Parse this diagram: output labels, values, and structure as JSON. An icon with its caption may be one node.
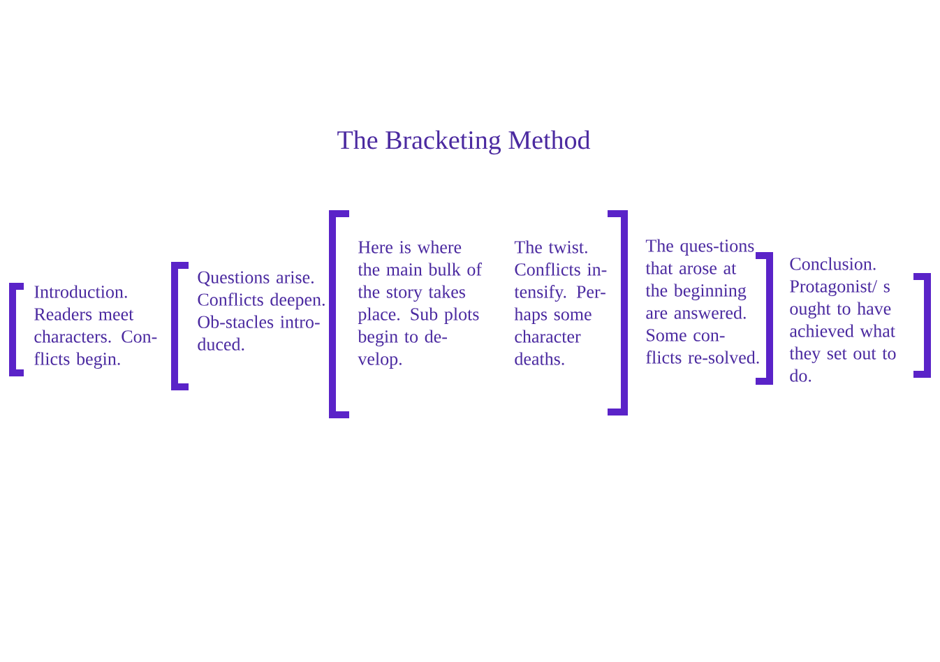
{
  "diagram": {
    "title": "The Bracketing Method",
    "nodes": [
      {
        "text": [
          "Introduction. Readers meet characters. Con-flicts begin."
        ]
      },
      {
        "text": [
          "Questions arise. Conflicts deepen. Ob-stacles intro-duced."
        ]
      },
      {
        "text": [
          "Here is where the main bulk of the story takes place. Sub plots begin to de-velop."
        ]
      },
      {
        "text": [
          "The twist. Conflicts in-tensify. Per-haps some character deaths."
        ]
      },
      {
        "text": [
          "The ques-tions that arose at the beginning are answered. Some con-flicts re-solved."
        ]
      },
      {
        "text": [
          "Conclusion. Protagonist/ s ought to have achieved what they set out to do."
        ]
      }
    ]
  }
}
